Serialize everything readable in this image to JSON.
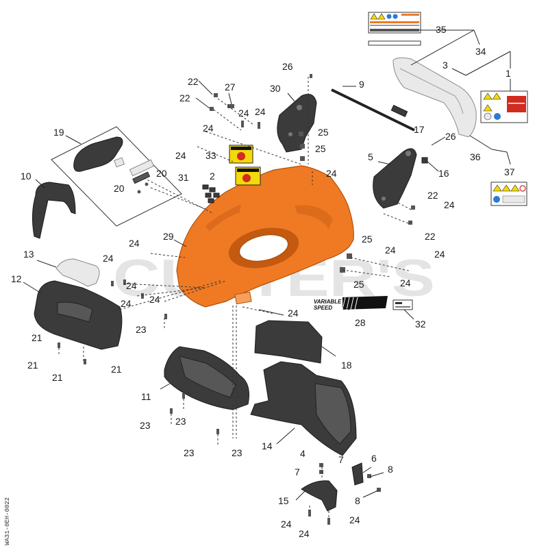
{
  "watermark": "CUTTER'S",
  "document_id": "WA31-0EH-0022",
  "decal_28_text_line1": "VARIABLE",
  "decal_28_text_line2": "SPEED",
  "callouts": [
    {
      "id": "c1",
      "label": "1"
    },
    {
      "id": "c2",
      "label": "2"
    },
    {
      "id": "c3",
      "label": "3"
    },
    {
      "id": "c4",
      "label": "4"
    },
    {
      "id": "c5",
      "label": "5"
    },
    {
      "id": "c6",
      "label": "6"
    },
    {
      "id": "c7a",
      "label": "7"
    },
    {
      "id": "c7b",
      "label": "7"
    },
    {
      "id": "c8a",
      "label": "8"
    },
    {
      "id": "c8b",
      "label": "8"
    },
    {
      "id": "c9",
      "label": "9"
    },
    {
      "id": "c10",
      "label": "10"
    },
    {
      "id": "c11",
      "label": "11"
    },
    {
      "id": "c12",
      "label": "12"
    },
    {
      "id": "c13",
      "label": "13"
    },
    {
      "id": "c14",
      "label": "14"
    },
    {
      "id": "c15",
      "label": "15"
    },
    {
      "id": "c16",
      "label": "16"
    },
    {
      "id": "c17",
      "label": "17"
    },
    {
      "id": "c18",
      "label": "18"
    },
    {
      "id": "c19",
      "label": "19"
    },
    {
      "id": "c20a",
      "label": "20"
    },
    {
      "id": "c20b",
      "label": "20"
    },
    {
      "id": "c21a",
      "label": "21"
    },
    {
      "id": "c21b",
      "label": "21"
    },
    {
      "id": "c21c",
      "label": "21"
    },
    {
      "id": "c21d",
      "label": "21"
    },
    {
      "id": "c22a",
      "label": "22"
    },
    {
      "id": "c22b",
      "label": "22"
    },
    {
      "id": "c22c",
      "label": "22"
    },
    {
      "id": "c22d",
      "label": "22"
    },
    {
      "id": "c23a",
      "label": "23"
    },
    {
      "id": "c23b",
      "label": "23"
    },
    {
      "id": "c23c",
      "label": "23"
    },
    {
      "id": "c23d",
      "label": "23"
    },
    {
      "id": "c23e",
      "label": "23"
    },
    {
      "id": "c24a",
      "label": "24"
    },
    {
      "id": "c24b",
      "label": "24"
    },
    {
      "id": "c24c",
      "label": "24"
    },
    {
      "id": "c24d",
      "label": "24"
    },
    {
      "id": "c24e",
      "label": "24"
    },
    {
      "id": "c24f",
      "label": "24"
    },
    {
      "id": "c24g",
      "label": "24"
    },
    {
      "id": "c24h",
      "label": "24"
    },
    {
      "id": "c24i",
      "label": "24"
    },
    {
      "id": "c24j",
      "label": "24"
    },
    {
      "id": "c24k",
      "label": "24"
    },
    {
      "id": "c24l",
      "label": "24"
    },
    {
      "id": "c24m",
      "label": "24"
    },
    {
      "id": "c24n",
      "label": "24"
    },
    {
      "id": "c24o",
      "label": "24"
    },
    {
      "id": "c24p",
      "label": "24"
    },
    {
      "id": "c24q",
      "label": "24"
    },
    {
      "id": "c24r",
      "label": "24"
    },
    {
      "id": "c25a",
      "label": "25"
    },
    {
      "id": "c25b",
      "label": "25"
    },
    {
      "id": "c25c",
      "label": "25"
    },
    {
      "id": "c25d",
      "label": "25"
    },
    {
      "id": "c26a",
      "label": "26"
    },
    {
      "id": "c26b",
      "label": "26"
    },
    {
      "id": "c27",
      "label": "27"
    },
    {
      "id": "c28",
      "label": "28"
    },
    {
      "id": "c29",
      "label": "29"
    },
    {
      "id": "c30",
      "label": "30"
    },
    {
      "id": "c31",
      "label": "31"
    },
    {
      "id": "c32",
      "label": "32"
    },
    {
      "id": "c33",
      "label": "33"
    },
    {
      "id": "c34",
      "label": "34"
    },
    {
      "id": "c35",
      "label": "35"
    },
    {
      "id": "c36",
      "label": "36"
    },
    {
      "id": "c37",
      "label": "37"
    }
  ],
  "colors": {
    "deck_orange": "#f07a24",
    "plastic_dark": "#3b3b3b",
    "warning_yellow": "#f5d90a",
    "decal_red": "#d22b1f"
  }
}
